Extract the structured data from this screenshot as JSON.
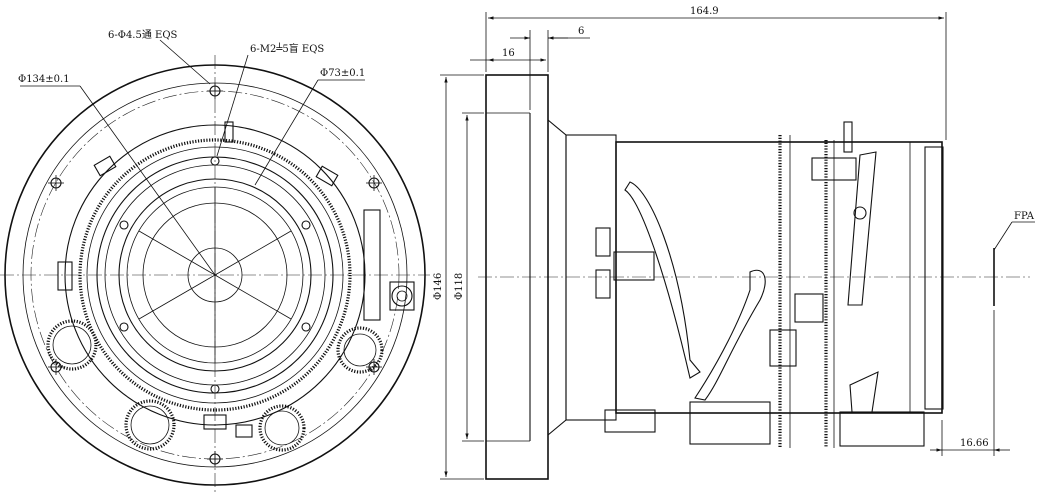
{
  "labels": {
    "hole_through": "6-Φ4.5通 EQS",
    "hole_blind": "6-M2╧5盲 EQS",
    "dia_outer": "Φ134±0.1",
    "dia_inner": "Φ73±0.1",
    "length_total": "164.9",
    "len_16": "16",
    "len_6": "6",
    "dia_146": "Φ146",
    "dia_118": "Φ118",
    "fpa": "FPA",
    "dist_fpa": "16.66"
  }
}
